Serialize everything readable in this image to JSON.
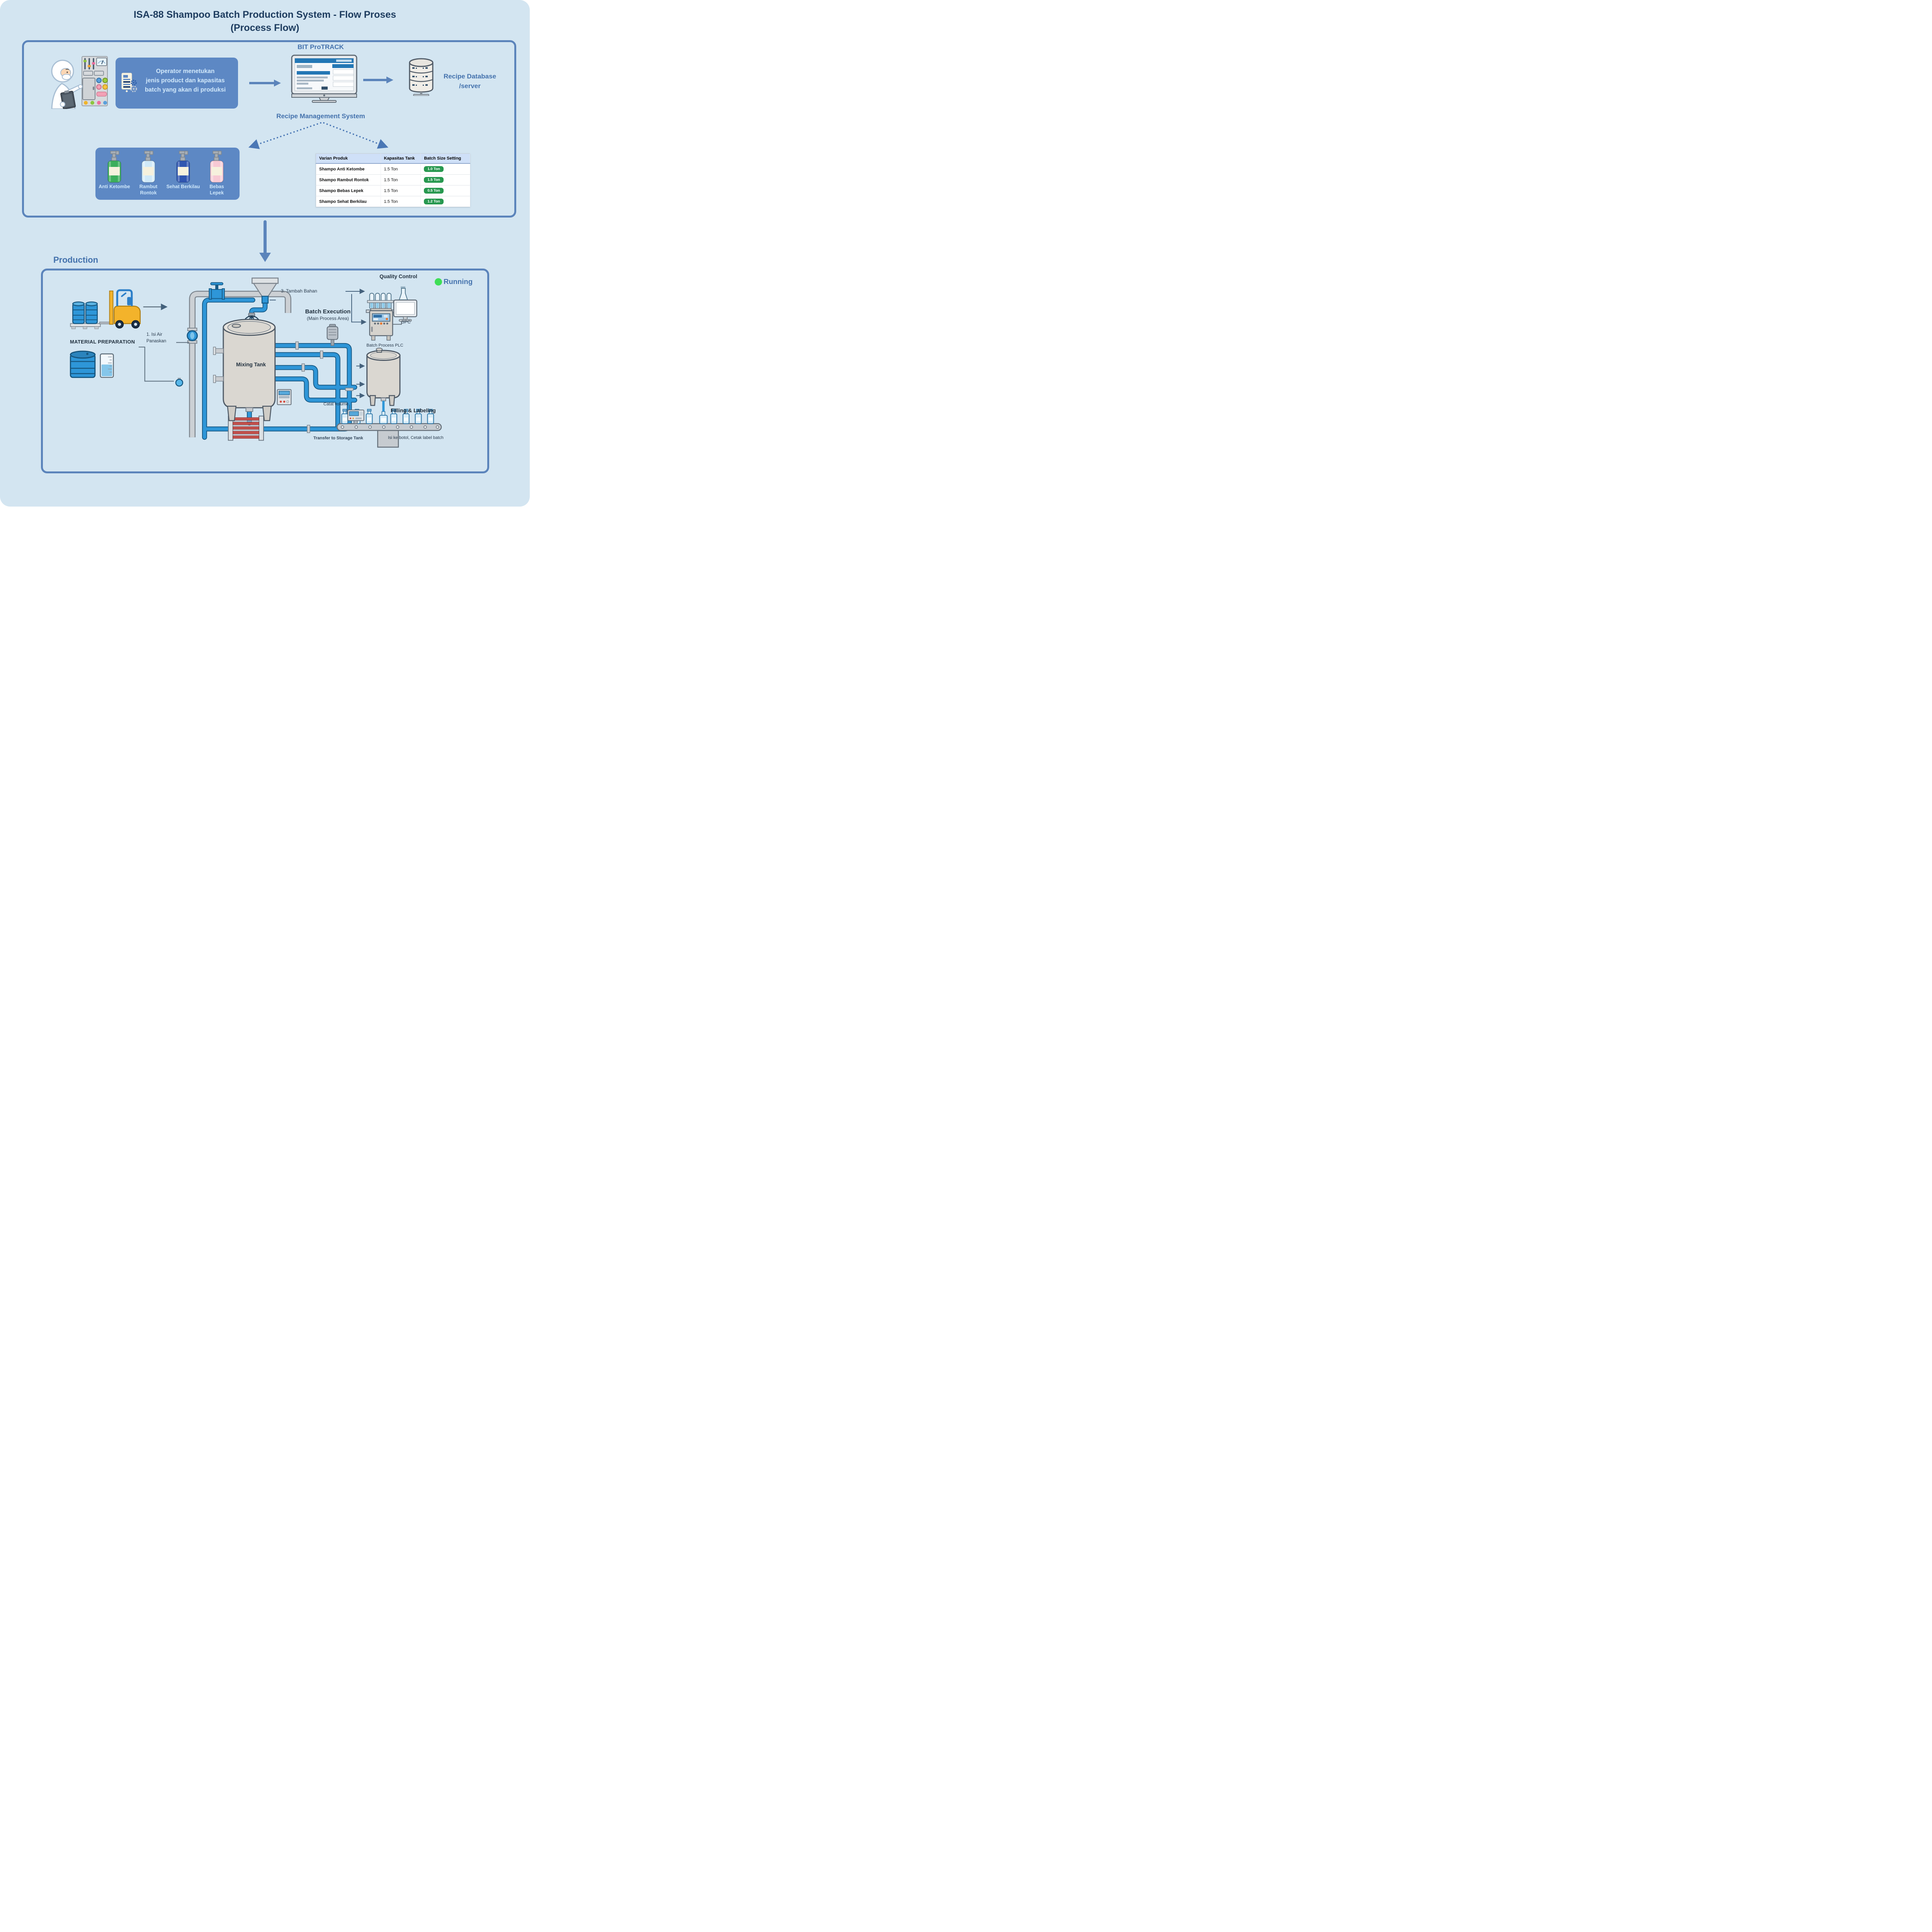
{
  "title": {
    "line1": "ISA-88 Shampoo Batch Production System - Flow Proses",
    "line2": "(Process Flow)"
  },
  "planning": {
    "operator_note": {
      "line1": "Operator menetukan",
      "line2": "jenis product dan kapasitas",
      "line3": "batch yang akan di produksi"
    },
    "bit_protrack_label": "BIT ProTRACK",
    "recipe_database_label": {
      "line1": "Recipe Database",
      "line2": "/server"
    },
    "rms_label": "Recipe Management System",
    "variants": {
      "items": [
        {
          "label": "Anti Ketombe",
          "color": "#3cae5c"
        },
        {
          "label": "Rambut Rontok",
          "color": "#cfe9f8"
        },
        {
          "label": "Sehat Berkilau",
          "color": "#2f55b0"
        },
        {
          "label": "Bebas Lepek",
          "color": "#f7c9d4"
        }
      ]
    },
    "recipe_table": {
      "headers": [
        "Varian Produk",
        "Kapasitas Tank",
        "Batch Size Setting"
      ],
      "rows": [
        {
          "product": "Shampo Anti Ketombe",
          "tank": "1.5 Ton",
          "batch": "1.0 Ton"
        },
        {
          "product": "Shampo Rambut Rontok",
          "tank": "1.5 Ton",
          "batch": "1.5 Ton"
        },
        {
          "product": "Shampo Bebas Lepek",
          "tank": "1.5 Ton",
          "batch": "0.5 Ton"
        },
        {
          "product": "Shampo Sehat Berkilau",
          "tank": "1.5 Ton",
          "batch": "1.2 Ton"
        }
      ],
      "badge_color": "#27984f"
    }
  },
  "production": {
    "section_label": "Production",
    "status_label": "Running",
    "status_color": "#3ede57",
    "material_preparation": "MATERIAL PREPARATION",
    "isi_air": {
      "line1": "1. Isi Air",
      "line2": "Panaskan"
    },
    "tambah_bahan": "3. Tambah Bahan",
    "mixing_tank": "Mixing Tank",
    "batch_execution": {
      "line1": "Batch Execution",
      "line2": "(Main Process Area)"
    },
    "quality_control": "Quality Control",
    "spc": "SPC",
    "batch_process_plc": "Batch Process PLC",
    "catat_volume": "Catat volume",
    "filling_labeling": "Filling & Labeling",
    "transfer_storage": "Transfer to Storage Tank",
    "isi_ke_botol": "Isi ke botol, Cetak label batch"
  },
  "colors": {
    "accent_blue": "#5b84bb",
    "label_blue": "#4472ad",
    "panel_blue": "#5d88c4",
    "pipe_blue": "#2e96d8",
    "badge_green": "#27984f",
    "status_green": "#3ede57"
  }
}
